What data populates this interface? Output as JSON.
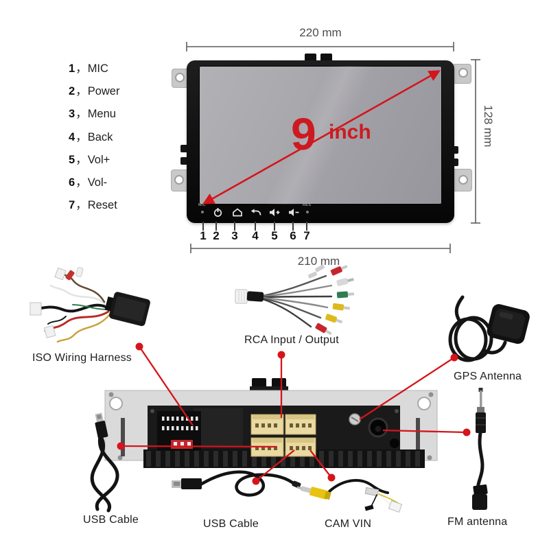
{
  "colors": {
    "accent_red": "#d4151b",
    "dimension_gray": "#4c4c4c"
  },
  "size": {
    "number": "9",
    "unit": "inch"
  },
  "dims": {
    "top": "220 mm",
    "right": "128 mm",
    "bottom": "210 mm"
  },
  "features": {
    "sep": "，",
    "items": [
      {
        "num": "1",
        "label": "MIC"
      },
      {
        "num": "2",
        "label": "Power"
      },
      {
        "num": "3",
        "label": "Menu"
      },
      {
        "num": "4",
        "label": "Back"
      },
      {
        "num": "5",
        "label": "Vol+"
      },
      {
        "num": "6",
        "label": "Vol-"
      },
      {
        "num": "7",
        "label": "Reset"
      }
    ]
  },
  "controls": {
    "mic_label": "MIC",
    "res_label": "RES",
    "numbers": [
      "1",
      "2",
      "3",
      "4",
      "5",
      "6",
      "7"
    ],
    "icons": [
      "mic-hole",
      "power",
      "home",
      "back",
      "volume-up",
      "volume-down",
      "reset-hole"
    ]
  },
  "acc": {
    "iso": "ISO Wiring Harness",
    "rca": "RCA Input / Output",
    "gps": "GPS Antenna",
    "usb_left": "USB Cable",
    "usb_center": "USB Cable",
    "cam": "CAM VIN",
    "fm": "FM antenna"
  }
}
